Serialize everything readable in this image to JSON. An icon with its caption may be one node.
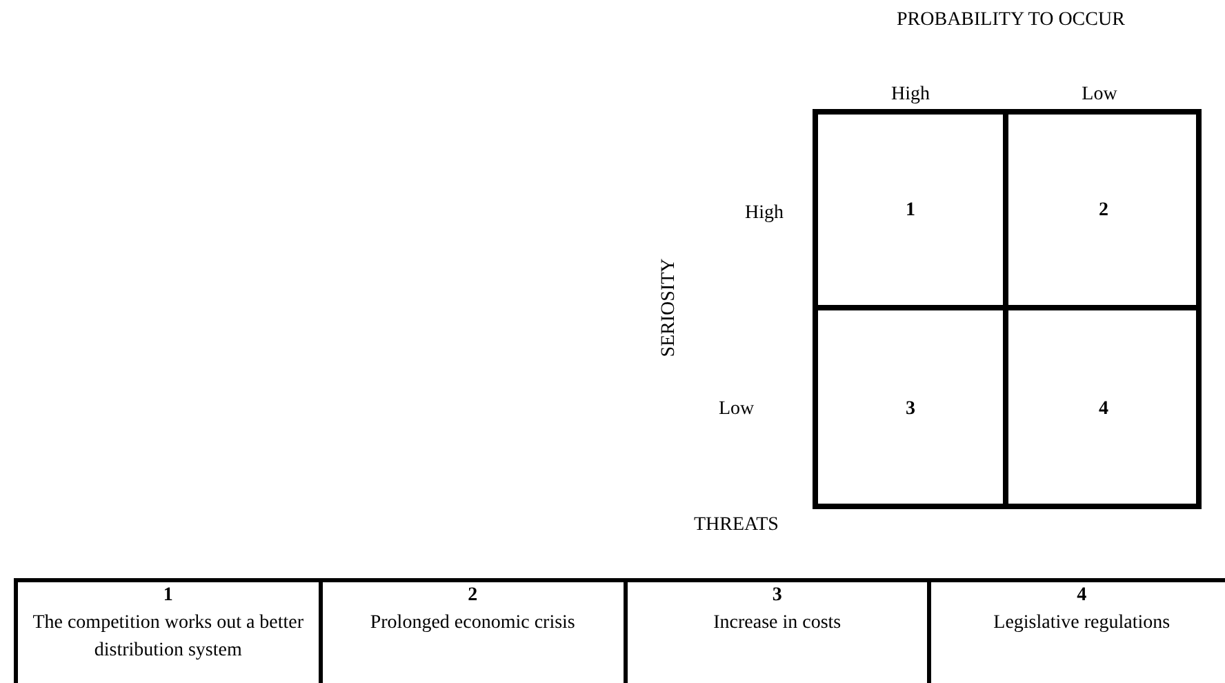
{
  "diagram": {
    "nodes": [
      {
        "text": [
          "1"
        ]
      },
      {
        "text": [
          "2"
        ]
      },
      {
        "text": [
          "3"
        ]
      },
      {
        "text": [
          "4"
        ]
      }
    ],
    "labels": [
      "PROBABILITY TO OCCUR",
      "High",
      "Low",
      "High",
      "SERIOSITY",
      "Low",
      "THREATS",
      "1",
      "The competition works out a better distribution system",
      "2",
      "Prolonged economic crisis",
      "3",
      "Increase in costs",
      "4",
      "Legislative regulations"
    ]
  }
}
